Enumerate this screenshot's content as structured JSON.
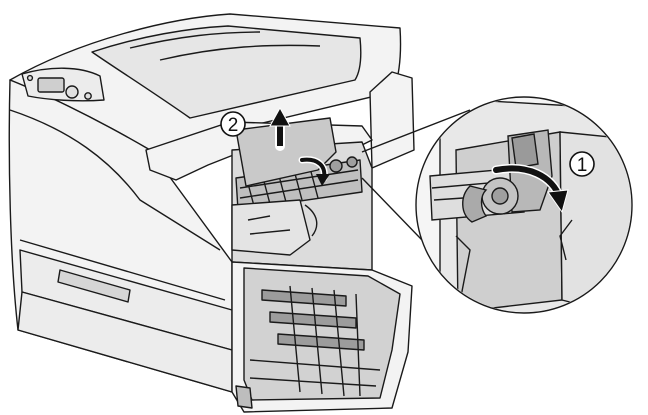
{
  "figure": {
    "steps": [
      {
        "label": "1",
        "action": "pull-lever-down"
      },
      {
        "label": "2",
        "action": "remove-paper-up"
      }
    ],
    "colors": {
      "line": "#1a1a1a",
      "body": "#f3f3f3",
      "shade": "#dcdcdc",
      "dark": "#8c8c8c",
      "paper": "#c9c9c9",
      "arrow": "#111111"
    },
    "icons": [
      "printer-icon",
      "jammed-paper-icon",
      "fuser-lever-icon",
      "magnifier-callout-icon",
      "curved-arrow-icon",
      "up-arrow-icon"
    ]
  }
}
